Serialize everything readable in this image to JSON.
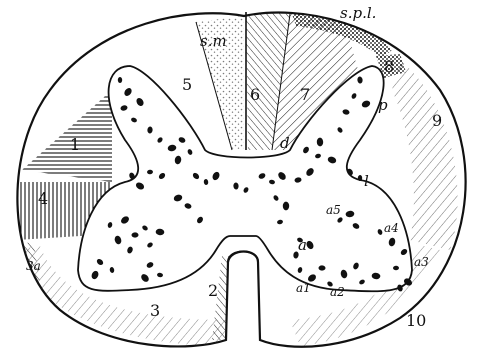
{
  "figure": {
    "labels": {
      "sm": "s.m",
      "spl": "s.p.l.",
      "n1": "1",
      "n2": "2",
      "n3": "3",
      "n3a": "3a",
      "n4": "4",
      "n5": "5",
      "n6": "6",
      "n7": "7",
      "n8": "8",
      "n9": "9",
      "n10": "10",
      "d": "d",
      "p": "p",
      "l": "l",
      "a": "a",
      "a1": "a1",
      "a2": "a2",
      "a3": "a3",
      "a4": "a4",
      "a5": "a5"
    }
  }
}
